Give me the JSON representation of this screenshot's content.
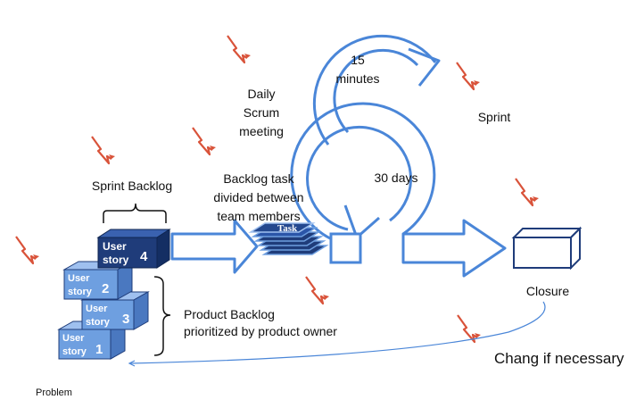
{
  "labels": {
    "sprint_backlog": "Sprint Backlog",
    "daily_scrum_1": "Daily",
    "daily_scrum_2": "Scrum",
    "daily_scrum_3": "meeting",
    "fifteen_1": "15",
    "fifteen_2": "minutes",
    "sprint": "Sprint",
    "thirty_days": "30 days",
    "backlog_task_1": "Backlog task",
    "backlog_task_2": "divided between",
    "backlog_task_3": "team members",
    "product_backlog_1": "Product Backlog",
    "product_backlog_2": "prioritized by product owner",
    "closure": "Closure",
    "change": "Chang if necessary",
    "problem": "Problem",
    "task": "Task"
  },
  "blocks": [
    {
      "line1": "User",
      "line2": "story",
      "number": "4"
    },
    {
      "line1": "User",
      "line2": "story",
      "number": "2"
    },
    {
      "line1": "User",
      "line2": "story",
      "number": "3"
    },
    {
      "line1": "User",
      "line2": "story",
      "number": "1"
    }
  ],
  "colors": {
    "arrow_stroke": "#4a86d8",
    "block_light": "#6e9fe0",
    "block_dark": "#1f3c7a",
    "lightning": "#d9533a"
  },
  "icons": [
    "lightning-icon"
  ]
}
